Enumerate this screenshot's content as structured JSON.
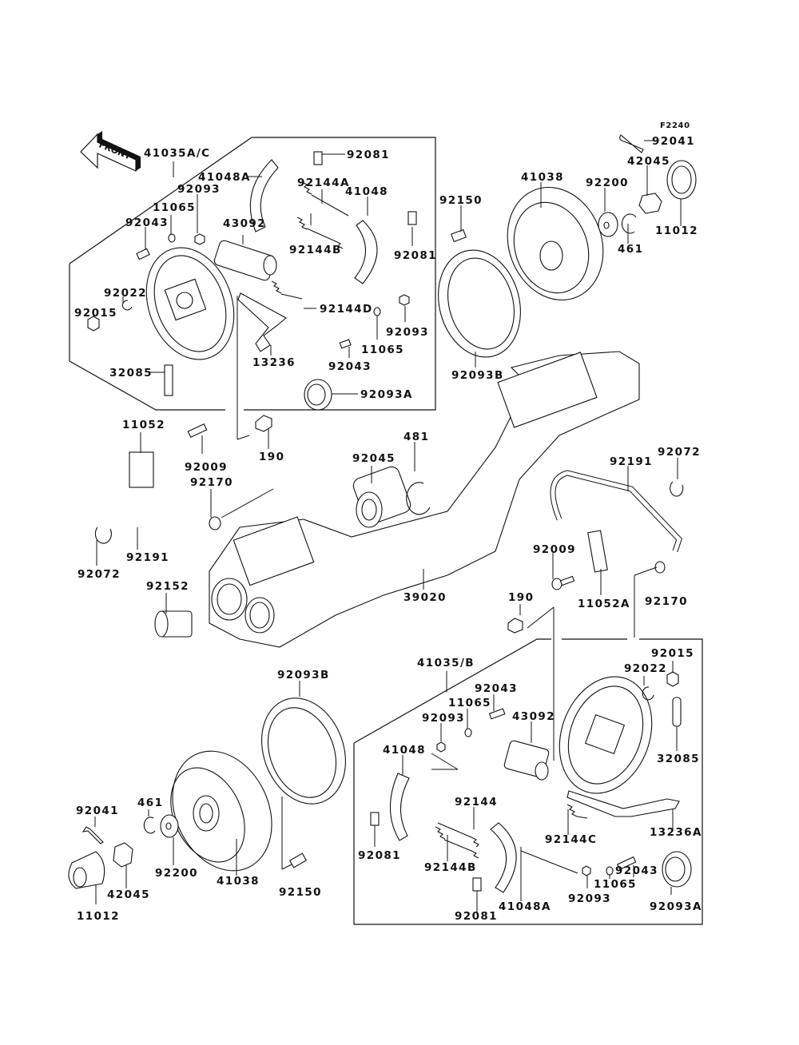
{
  "diagram": {
    "figure_ref": "F2240",
    "direction_indicator": "FRONT",
    "groups": {
      "upper_left_brake": {
        "assembly_label": "41035A/C",
        "labels": [
          "92081",
          "41048A",
          "92093",
          "92144A",
          "41048",
          "11065",
          "92043",
          "43092",
          "92144B",
          "92081",
          "92022",
          "92015",
          "92144D",
          "92093",
          "11065",
          "92043",
          "13236",
          "32085",
          "92093A"
        ]
      },
      "upper_right_hub": {
        "labels": [
          "92041",
          "42045",
          "41038",
          "92200",
          "92150",
          "11012",
          "461",
          "92093B"
        ]
      },
      "axle": {
        "labels": [
          "11052",
          "92009",
          "190",
          "92170",
          "481",
          "92045",
          "92191",
          "92072",
          "92152",
          "39020",
          "92191",
          "92072",
          "92009",
          "11052A",
          "92170",
          "190"
        ]
      },
      "lower_right_brake": {
        "assembly_label": "41035/B",
        "labels": [
          "92015",
          "92022",
          "92043",
          "11065",
          "43092",
          "92093",
          "32085",
          "41048",
          "92144",
          "92144C",
          "13236A",
          "92144B",
          "92081",
          "92043",
          "11065",
          "92093",
          "92093A",
          "92081",
          "41048A"
        ]
      },
      "lower_left_hub": {
        "labels": [
          "92093B",
          "92041",
          "461",
          "42045",
          "92200",
          "41038",
          "92150",
          "11012"
        ]
      }
    }
  }
}
